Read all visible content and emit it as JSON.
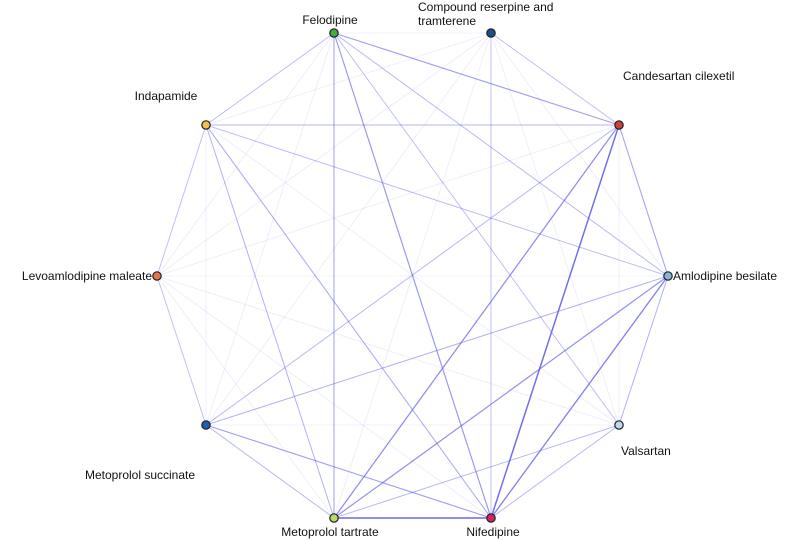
{
  "nodes": [
    {
      "id": "felodipine",
      "label": "Felodipine",
      "color": "#3fae3a"
    },
    {
      "id": "compound",
      "label": [
        "Compound reserpine and",
        "tramterene"
      ],
      "color": "#1a4f8c"
    },
    {
      "id": "candesartan",
      "label": "Candesartan cilexetil",
      "color": "#cf3f3a"
    },
    {
      "id": "amlodipine",
      "label": "Amlodipine besilate",
      "color": "#8ab4d6"
    },
    {
      "id": "valsartan",
      "label": "Valsartan",
      "color": "#bcd9ec"
    },
    {
      "id": "nifedipine",
      "label": "Nifedipine",
      "color": "#d0265e"
    },
    {
      "id": "metoprolol_tartrate",
      "label": "Metoprolol tartrate",
      "color": "#b7db6a"
    },
    {
      "id": "metoprolol_succinate",
      "label": "Metoprolol succinate",
      "color": "#1f5fb0"
    },
    {
      "id": "levoamlodipine",
      "label": "Levoamlodipine maleate",
      "color": "#e8734f"
    },
    {
      "id": "indapamide",
      "label": "Indapamide",
      "color": "#f5c04a"
    }
  ],
  "edge_color": "#5b5bea",
  "background_edge_weight": 0.12,
  "edges": [
    {
      "source": "felodipine",
      "target": "candesartan",
      "weight": 0.45
    },
    {
      "source": "felodipine",
      "target": "nifedipine",
      "weight": 0.5
    },
    {
      "source": "felodipine",
      "target": "metoprolol_tartrate",
      "weight": 0.4
    },
    {
      "source": "felodipine",
      "target": "amlodipine",
      "weight": 0.25
    },
    {
      "source": "felodipine",
      "target": "indapamide",
      "weight": 0.2
    },
    {
      "source": "felodipine",
      "target": "valsartan",
      "weight": 0.2
    },
    {
      "source": "compound",
      "target": "candesartan",
      "weight": 0.2
    },
    {
      "source": "compound",
      "target": "nifedipine",
      "weight": 0.2
    },
    {
      "source": "candesartan",
      "target": "nifedipine",
      "weight": 0.85
    },
    {
      "source": "candesartan",
      "target": "metoprolol_tartrate",
      "weight": 0.6
    },
    {
      "source": "candesartan",
      "target": "amlodipine",
      "weight": 0.4
    },
    {
      "source": "candesartan",
      "target": "indapamide",
      "weight": 0.28
    },
    {
      "source": "candesartan",
      "target": "metoprolol_succinate",
      "weight": 0.25
    },
    {
      "source": "amlodipine",
      "target": "nifedipine",
      "weight": 0.7
    },
    {
      "source": "amlodipine",
      "target": "metoprolol_tartrate",
      "weight": 0.55
    },
    {
      "source": "amlodipine",
      "target": "metoprolol_succinate",
      "weight": 0.3
    },
    {
      "source": "amlodipine",
      "target": "valsartan",
      "weight": 0.3
    },
    {
      "source": "amlodipine",
      "target": "indapamide",
      "weight": 0.22
    },
    {
      "source": "nifedipine",
      "target": "metoprolol_tartrate",
      "weight": 0.9
    },
    {
      "source": "nifedipine",
      "target": "metoprolol_succinate",
      "weight": 0.45
    },
    {
      "source": "nifedipine",
      "target": "indapamide",
      "weight": 0.35
    },
    {
      "source": "nifedipine",
      "target": "valsartan",
      "weight": 0.25
    },
    {
      "source": "metoprolol_tartrate",
      "target": "indapamide",
      "weight": 0.3
    },
    {
      "source": "metoprolol_tartrate",
      "target": "valsartan",
      "weight": 0.25
    },
    {
      "source": "metoprolol_tartrate",
      "target": "metoprolol_succinate",
      "weight": 0.25
    },
    {
      "source": "levoamlodipine",
      "target": "indapamide",
      "weight": 0.2
    },
    {
      "source": "levoamlodipine",
      "target": "metoprolol_succinate",
      "weight": 0.2
    }
  ]
}
